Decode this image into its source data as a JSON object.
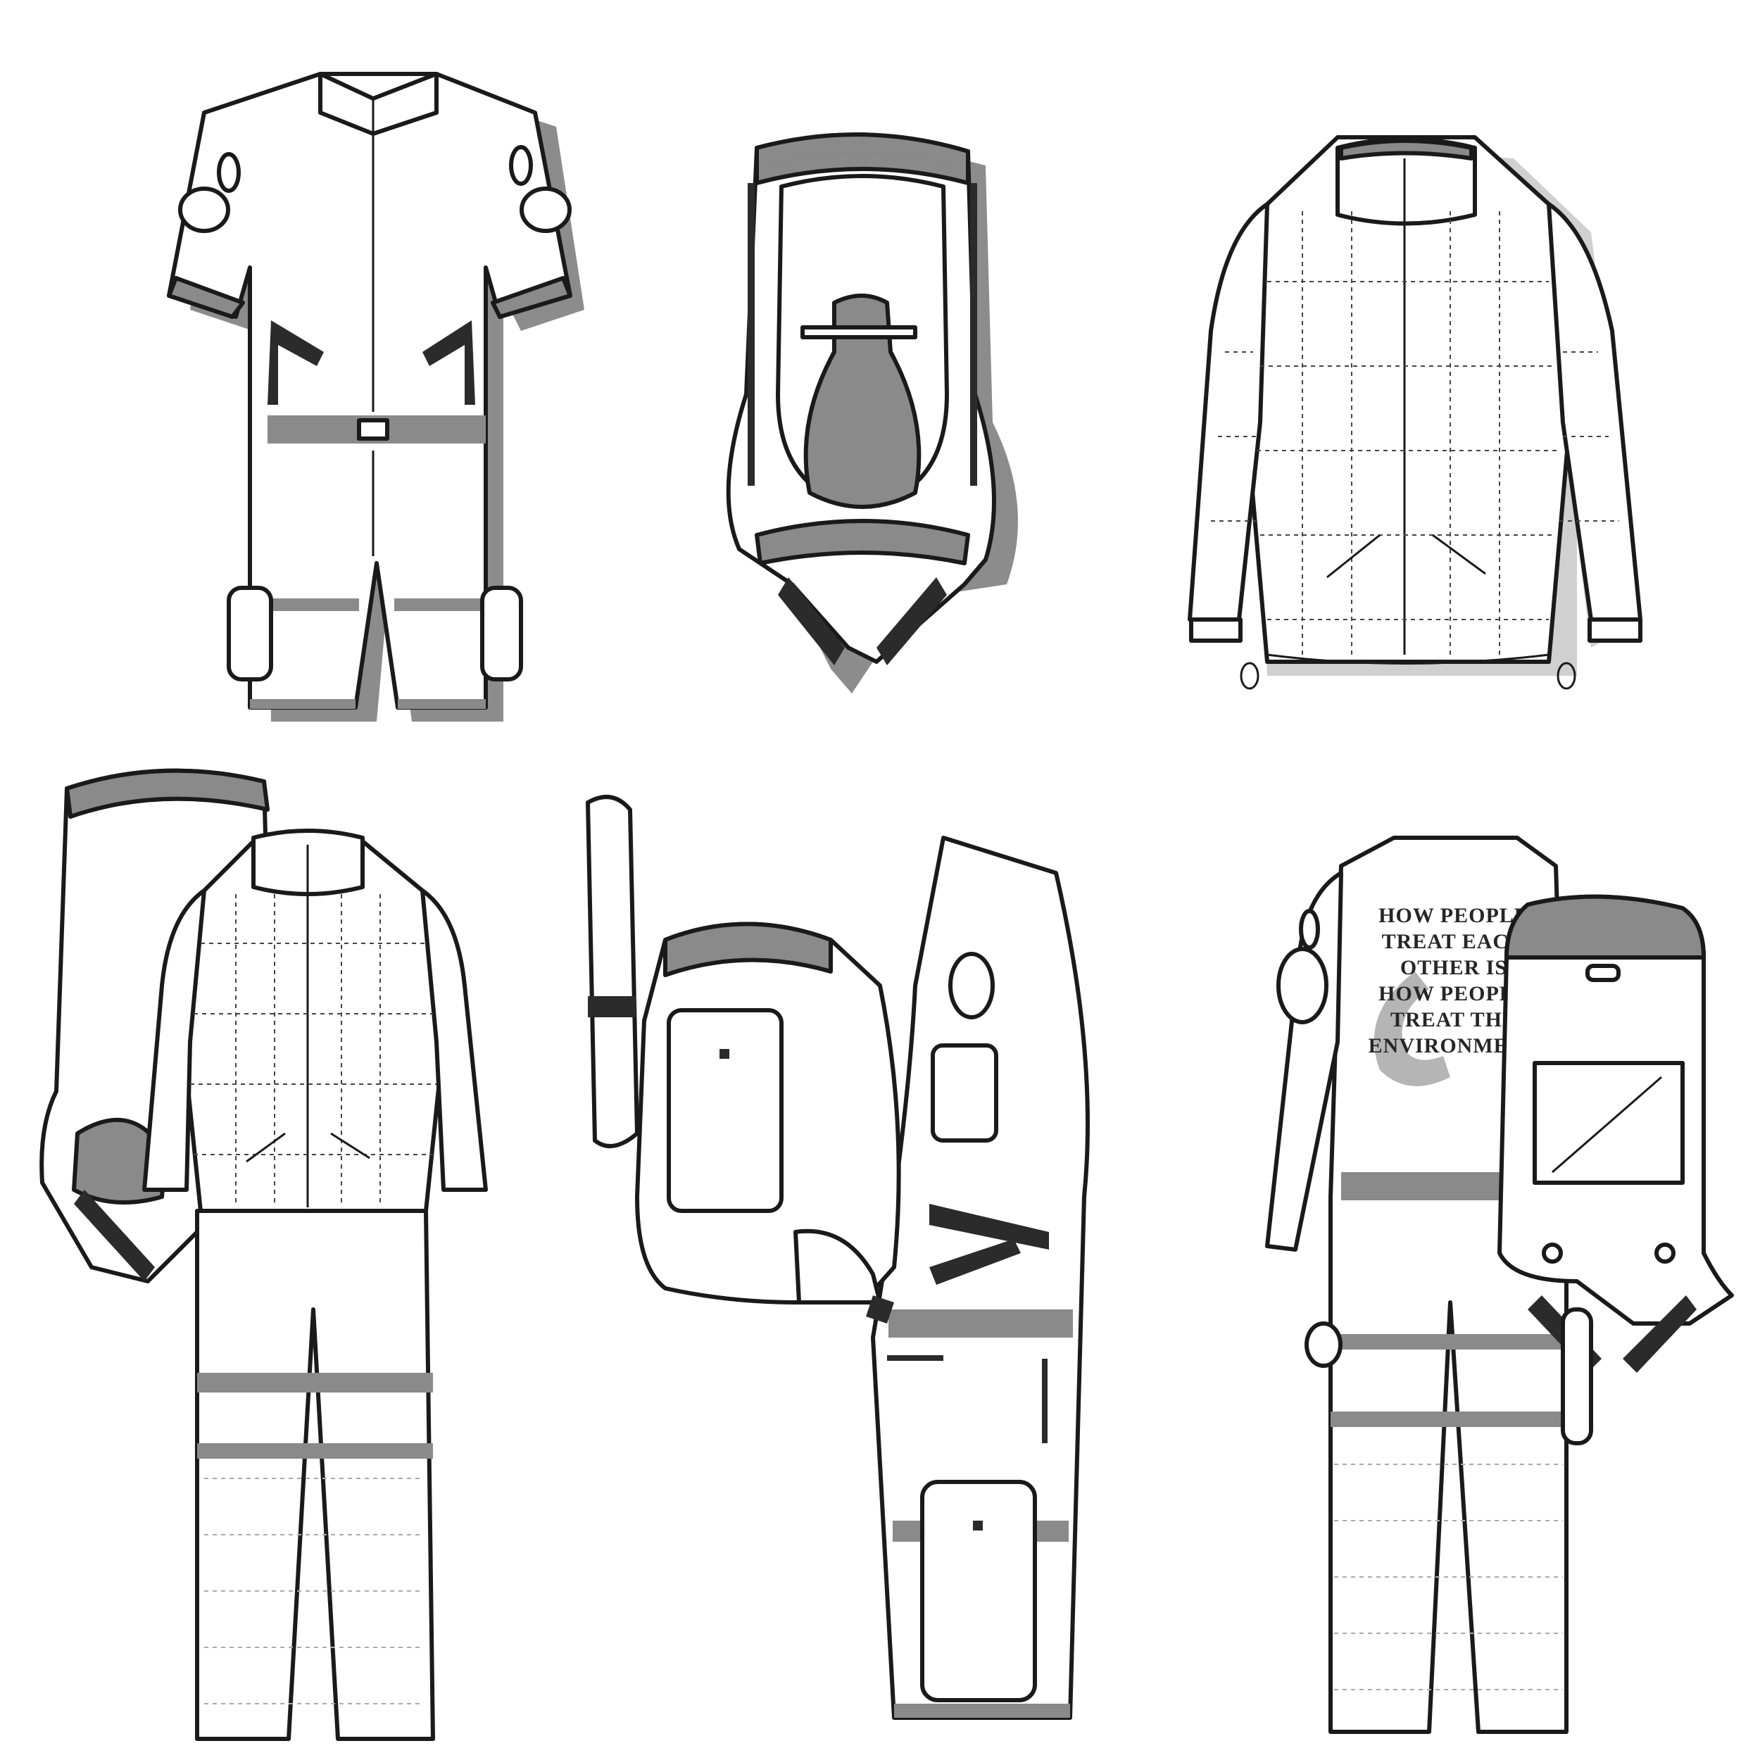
{
  "back_print": {
    "lines": [
      "HOW PEOPLE",
      "TREAT EACH",
      "OTHER IS",
      "HOW PEOPLE",
      "TREAT THE",
      "ENVIRONMENT"
    ]
  },
  "colors": {
    "outline": "#1a1a1a",
    "panel_gray": "#8a8a8a",
    "light_gray": "#b5b5b5",
    "shadow_gray": "#8c8c8c",
    "soft_shadow": "#d0d0d0",
    "strap_dark": "#2b2b2b",
    "fill": "#ffffff"
  },
  "figures": [
    {
      "id": "jumpsuit-front",
      "icon": "short-sleeve-jumpsuit-icon"
    },
    {
      "id": "backpack-frame",
      "icon": "backpack-harness-icon"
    },
    {
      "id": "puffer-jacket",
      "icon": "quilted-jacket-icon"
    },
    {
      "id": "full-outfit-front",
      "icon": "outfit-front-icon"
    },
    {
      "id": "full-outfit-side",
      "icon": "outfit-side-icon"
    },
    {
      "id": "full-outfit-back",
      "icon": "outfit-back-icon"
    }
  ]
}
